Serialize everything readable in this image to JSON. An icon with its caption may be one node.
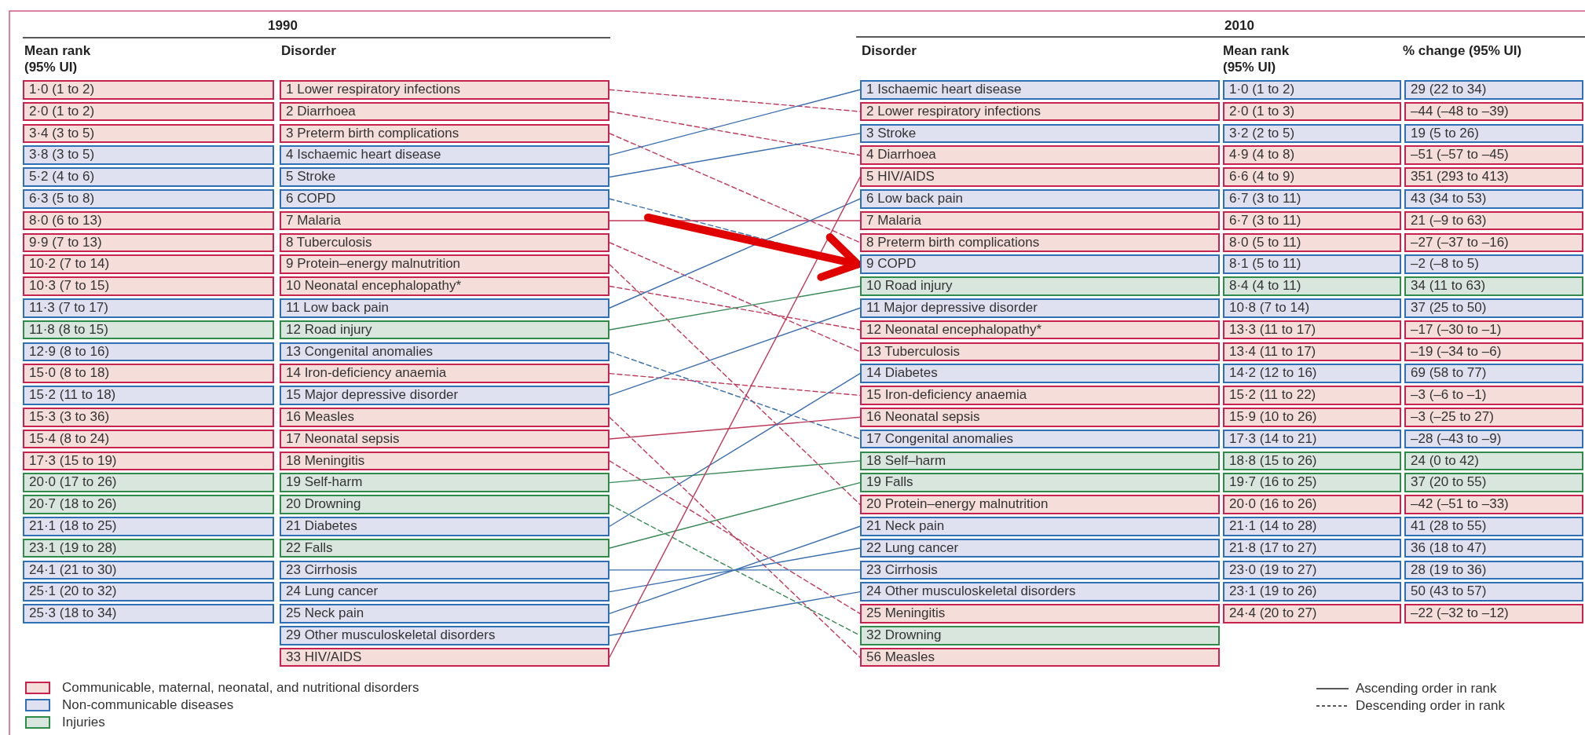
{
  "diagram": {
    "nodes": [
      {
        "text": [
          "1·0 (1 to 2)"
        ]
      },
      {
        "text": [
          "2·0 (1 to 2)"
        ]
      },
      {
        "text": [
          "3·4 (3 to 5)"
        ]
      },
      {
        "text": [
          "3·8 (3 to 5)"
        ]
      },
      {
        "text": [
          "5·2 (4 to 6)"
        ]
      },
      {
        "text": [
          "6·3 (5 to 8)"
        ]
      },
      {
        "text": [
          "8·0 (6 to 13)"
        ]
      },
      {
        "text": [
          "9·9 (7 to 13)"
        ]
      },
      {
        "text": [
          "10·2 (7 to 14)"
        ]
      },
      {
        "text": [
          "10·3 (7 to 15)"
        ]
      },
      {
        "text": [
          "11·3 (7 to 17)"
        ]
      },
      {
        "text": [
          "11·8 (8 to 15)"
        ]
      },
      {
        "text": [
          "12·9 (8 to 16)"
        ]
      },
      {
        "text": [
          "15·0 (8 to 18)"
        ]
      },
      {
        "text": [
          "15·2 (11 to 18)"
        ]
      },
      {
        "text": [
          "15·3 (3 to 36)"
        ]
      },
      {
        "text": [
          "15·4 (8 to 24)"
        ]
      },
      {
        "text": [
          "17·3 (15 to 19)"
        ]
      },
      {
        "text": [
          "20·0 (17 to 26)"
        ]
      },
      {
        "text": [
          "20·7 (18 to 26)"
        ]
      },
      {
        "text": [
          "21·1 (18 to 25)"
        ]
      },
      {
        "text": [
          "23·1 (19 to 28)"
        ]
      },
      {
        "text": [
          "24·1 (21 to 30)"
        ]
      },
      {
        "text": [
          "25·1 (20 to 32)"
        ]
      },
      {
        "text": [
          "25·3 (18 to 34)"
        ]
      },
      {
        "text": [
          "1 Lower respiratory infections"
        ]
      },
      {
        "text": [
          "2 Diarrhoea"
        ]
      },
      {
        "text": [
          "3 Preterm birth complications"
        ]
      },
      {
        "text": [
          "4 Ischaemic heart disease"
        ]
      },
      {
        "text": [
          "5 Stroke"
        ]
      },
      {
        "text": [
          "6 COPD"
        ]
      },
      {
        "text": [
          "7 Malaria"
        ]
      },
      {
        "text": [
          "8 Tuberculosis"
        ]
      },
      {
        "text": [
          "9 Protein–energy malnutrition"
        ]
      },
      {
        "text": [
          "10 Neonatal encephalopathy*"
        ]
      },
      {
        "text": [
          "11 Low back pain"
        ]
      },
      {
        "text": [
          "12 Road injury"
        ]
      },
      {
        "text": [
          "13 Congenital anomalies"
        ]
      },
      {
        "text": [
          "14 Iron-deficiency anaemia"
        ]
      },
      {
        "text": [
          "15 Major depressive disorder"
        ]
      },
      {
        "text": [
          "16 Measles"
        ]
      },
      {
        "text": [
          "17 Neonatal sepsis"
        ]
      },
      {
        "text": [
          "18 Meningitis"
        ]
      },
      {
        "text": [
          "19 Self-harm"
        ]
      },
      {
        "text": [
          "20 Drowning"
        ]
      },
      {
        "text": [
          "21 Diabetes"
        ]
      },
      {
        "text": [
          "22 Falls"
        ]
      },
      {
        "text": [
          "23 Cirrhosis"
        ]
      },
      {
        "text": [
          "24 Lung cancer"
        ]
      },
      {
        "text": [
          "25 Neck pain"
        ]
      },
      {
        "text": [
          "29 Other musculoskeletal disorders"
        ]
      },
      {
        "text": [
          "33 HIV/AIDS"
        ]
      },
      {
        "text": [
          "1 Ischaemic heart disease"
        ]
      },
      {
        "text": [
          "2 Lower respiratory infections"
        ]
      },
      {
        "text": [
          "3 Stroke"
        ]
      },
      {
        "text": [
          "4 Diarrhoea"
        ]
      },
      {
        "text": [
          "5 HIV/AIDS"
        ]
      },
      {
        "text": [
          "6 Low back pain"
        ]
      },
      {
        "text": [
          "7 Malaria"
        ]
      },
      {
        "text": [
          "8 Preterm birth complications"
        ]
      },
      {
        "text": [
          "9 COPD"
        ]
      },
      {
        "text": [
          "10 Road injury"
        ]
      },
      {
        "text": [
          "11 Major depressive disorder"
        ]
      },
      {
        "text": [
          "12 Neonatal encephalopathy*"
        ]
      },
      {
        "text": [
          "13 Tuberculosis"
        ]
      },
      {
        "text": [
          "14 Diabetes"
        ]
      },
      {
        "text": [
          "15 Iron-deficiency anaemia"
        ]
      },
      {
        "text": [
          "16 Neonatal sepsis"
        ]
      },
      {
        "text": [
          "17 Congenital anomalies"
        ]
      },
      {
        "text": [
          "18 Self–harm"
        ]
      },
      {
        "text": [
          "19 Falls"
        ]
      },
      {
        "text": [
          "20 Protein–energy malnutrition"
        ]
      },
      {
        "text": [
          "21 Neck pain"
        ]
      },
      {
        "text": [
          "22 Lung cancer"
        ]
      },
      {
        "text": [
          "23 Cirrhosis"
        ]
      },
      {
        "text": [
          "24 Other musculoskeletal disorders"
        ]
      },
      {
        "text": [
          "25 Meningitis"
        ]
      },
      {
        "text": [
          "32 Drowning"
        ]
      },
      {
        "text": [
          "56 Measles"
        ]
      },
      {
        "text": [
          "1·0 (1 to 2)"
        ]
      },
      {
        "text": [
          "2·0 (1 to 3)"
        ]
      },
      {
        "text": [
          "3·2 (2 to 5)"
        ]
      },
      {
        "text": [
          "4·9 (4 to 8)"
        ]
      },
      {
        "text": [
          "6·6 (4 to 9)"
        ]
      },
      {
        "text": [
          "6·7 (3 to 11)"
        ]
      },
      {
        "text": [
          "6·7 (3 to 11)"
        ]
      },
      {
        "text": [
          "8·0 (5 to 11)"
        ]
      },
      {
        "text": [
          "8·1 (5 to 11)"
        ]
      },
      {
        "text": [
          "8·4 (4 to 11)"
        ]
      },
      {
        "text": [
          "10·8 (7 to 14)"
        ]
      },
      {
        "text": [
          "13·3 (11 to 17)"
        ]
      },
      {
        "text": [
          "13·4 (11 to 17)"
        ]
      },
      {
        "text": [
          "14·2 (12 to 16)"
        ]
      },
      {
        "text": [
          "15·2 (11 to 22)"
        ]
      },
      {
        "text": [
          "15·9 (10 to 26)"
        ]
      },
      {
        "text": [
          "17·3 (14 to 21)"
        ]
      },
      {
        "text": [
          "18·8 (15 to 26)"
        ]
      },
      {
        "text": [
          "19·7 (16 to 25)"
        ]
      },
      {
        "text": [
          "20·0 (16 to 26)"
        ]
      },
      {
        "text": [
          "21·1 (14 to 28)"
        ]
      },
      {
        "text": [
          "21·8 (17 to 27)"
        ]
      },
      {
        "text": [
          "23·0 (19 to 27)"
        ]
      },
      {
        "text": [
          "23·1 (19 to 26)"
        ]
      },
      {
        "text": [
          "24·4 (20 to 27)"
        ]
      },
      {
        "text": [
          "29 (22 to 34)"
        ]
      },
      {
        "text": [
          "–44 (–48 to –39)"
        ]
      },
      {
        "text": [
          "19 (5 to 26)"
        ]
      },
      {
        "text": [
          "–51 (–57 to –45)"
        ]
      },
      {
        "text": [
          "351 (293 to 413)"
        ]
      },
      {
        "text": [
          "43 (34 to 53)"
        ]
      },
      {
        "text": [
          "21 (–9 to 63)"
        ]
      },
      {
        "text": [
          "–27 (–37 to –16)"
        ]
      },
      {
        "text": [
          "–2 (–8 to 5)"
        ]
      },
      {
        "text": [
          "34 (11 to 63)"
        ]
      },
      {
        "text": [
          "37 (25 to 50)"
        ]
      },
      {
        "text": [
          "–17 (–30 to –1)"
        ]
      },
      {
        "text": [
          "–19 (–34 to –6)"
        ]
      },
      {
        "text": [
          "69 (58 to 77)"
        ]
      },
      {
        "text": [
          "–3 (–6 to –1)"
        ]
      },
      {
        "text": [
          "–3 (–25 to 27)"
        ]
      },
      {
        "text": [
          "–28 (–43 to –9)"
        ]
      },
      {
        "text": [
          "24 (0 to 42)"
        ]
      },
      {
        "text": [
          "37 (20 to 55)"
        ]
      },
      {
        "text": [
          "–42 (–51 to –33)"
        ]
      },
      {
        "text": [
          "41 (28 to 55)"
        ]
      },
      {
        "text": [
          "36 (18 to 47)"
        ]
      },
      {
        "text": [
          "28 (19 to 36)"
        ]
      },
      {
        "text": [
          "50 (43 to 57)"
        ]
      },
      {
        "text": [
          "–22 (–32 to –12)"
        ]
      }
    ],
    "edges": [
      {
        "from": 25,
        "to": 53,
        "arrow": "none",
        "style": "dashed"
      },
      {
        "from": 26,
        "to": 55,
        "arrow": "none",
        "style": "dashed"
      },
      {
        "from": 27,
        "to": 59,
        "arrow": "none",
        "style": "dashed"
      },
      {
        "from": 28,
        "to": 52,
        "arrow": "none",
        "color": "#3b6fb0"
      },
      {
        "from": 29,
        "to": 54,
        "arrow": "none",
        "color": "#3b6fb0"
      },
      {
        "from": 30,
        "to": 60,
        "arrow": "none",
        "style": "dashed",
        "color": "#3b6fb0"
      },
      {
        "from": 31,
        "to": 58,
        "arrow": "none"
      },
      {
        "from": 32,
        "to": 64,
        "arrow": "none",
        "style": "dashed"
      },
      {
        "from": 33,
        "to": 71,
        "arrow": "none",
        "style": "dashed"
      },
      {
        "from": 34,
        "to": 63,
        "arrow": "none",
        "style": "dashed"
      },
      {
        "from": 35,
        "to": 57,
        "arrow": "none",
        "color": "#3b6fb0"
      },
      {
        "from": 36,
        "to": 61,
        "arrow": "none",
        "color": "#3a8a58"
      },
      {
        "from": 37,
        "to": 68,
        "arrow": "none",
        "style": "dashed",
        "color": "#3b6fb0"
      },
      {
        "from": 38,
        "to": 66,
        "arrow": "none",
        "style": "dashed"
      },
      {
        "from": 39,
        "to": 62,
        "arrow": "none",
        "color": "#3b6fb0"
      },
      {
        "from": 40,
        "to": 78,
        "arrow": "none",
        "style": "dashed"
      },
      {
        "from": 41,
        "to": 67,
        "arrow": "none"
      },
      {
        "from": 42,
        "to": 76,
        "arrow": "none",
        "style": "dashed"
      },
      {
        "from": 43,
        "to": 69,
        "arrow": "none",
        "color": "#3a8a58"
      },
      {
        "from": 44,
        "to": 77,
        "arrow": "none",
        "style": "dashed",
        "color": "#3a8a58"
      },
      {
        "from": 45,
        "to": 65,
        "arrow": "none",
        "color": "#3b6fb0"
      },
      {
        "from": 46,
        "to": 70,
        "arrow": "none",
        "color": "#3a8a58"
      },
      {
        "from": 47,
        "to": 74,
        "arrow": "none",
        "color": "#3b6fb0"
      },
      {
        "from": 48,
        "to": 73,
        "arrow": "none",
        "color": "#3b6fb0"
      },
      {
        "from": 49,
        "to": 72,
        "arrow": "none",
        "color": "#3b6fb0"
      },
      {
        "from": 50,
        "to": 75,
        "arrow": "none",
        "color": "#3b6fb0"
      },
      {
        "from": 51,
        "to": 56,
        "arrow": "none"
      },
      {
        "from": null,
        "to": 60,
        "arrow": "to",
        "style": "thick",
        "color": "#e00000"
      }
    ],
    "labels": [
      "1990",
      "2010",
      "Mean rank (95% UI)",
      "Disorder",
      "Disorder",
      "Mean rank (95% UI)",
      "% change (95% UI)"
    ],
    "legend": [
      {
        "text": "Communicable, maternal, neonatal, and nutritional disorders",
        "color": "#f5ddd9"
      },
      {
        "text": "Non-communicable diseases",
        "color": "#dfe1f0"
      },
      {
        "text": "Injuries",
        "color": "#d8e6dd"
      },
      {
        "text": "Ascending order in rank"
      },
      {
        "text": "Descending order in rank"
      }
    ]
  }
}
